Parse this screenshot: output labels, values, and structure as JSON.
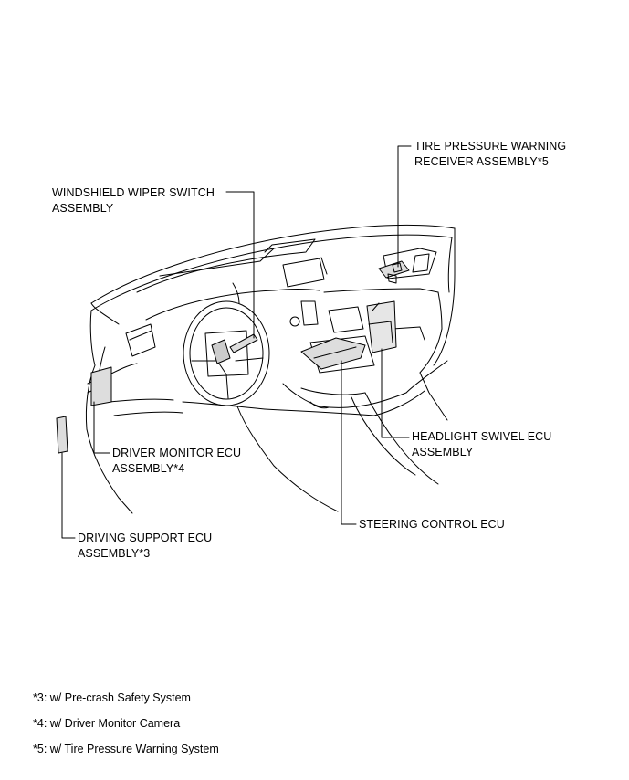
{
  "labels": {
    "tire_pressure": {
      "line1": "TIRE PRESSURE WARNING",
      "line2": "RECEIVER ASSEMBLY*5"
    },
    "windshield_wiper": {
      "line1": "WINDSHIELD WIPER SWITCH",
      "line2": "ASSEMBLY"
    },
    "headlight_swivel": {
      "line1": "HEADLIGHT SWIVEL ECU",
      "line2": "ASSEMBLY"
    },
    "driver_monitor": {
      "line1": "DRIVER MONITOR ECU",
      "line2": "ASSEMBLY*4"
    },
    "steering_control": {
      "line1": "STEERING CONTROL ECU"
    },
    "driving_support": {
      "line1": "DRIVING SUPPORT ECU",
      "line2": "ASSEMBLY*3"
    }
  },
  "footnotes": [
    "*3: w/ Pre-crash Safety System",
    "*4: w/ Driver Monitor Camera",
    "*5: w/ Tire Pressure Warning System"
  ]
}
